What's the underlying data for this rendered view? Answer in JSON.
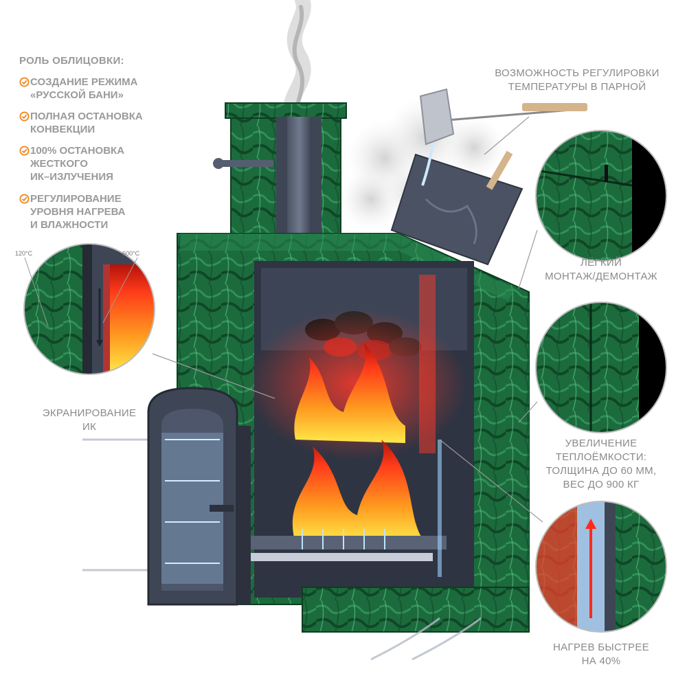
{
  "role": {
    "heading": "РОЛЬ ОБЛИЦОВКИ:",
    "items": [
      {
        "text": "СОЗДАНИЕ РЕЖИМА\n«РУССКОЙ БАНИ»"
      },
      {
        "text": "ПОЛНАЯ ОСТАНОВКА\nКОНВЕКЦИИ"
      },
      {
        "text": "100% ОСТАНОВКА\nЖЕСТКОГО\nИК–ИЗЛУЧЕНИЯ"
      },
      {
        "text": "РЕГУЛИРОВАНИЕ\nУРОВНЯ НАГРЕВА\nИ ВЛАЖНОСТИ"
      }
    ]
  },
  "callouts": {
    "temperature_regulation": "ВОЗМОЖНОСТЬ РЕГУЛИРОВКИ\nТЕМПЕРАТУРЫ В ПАРНОЙ",
    "easy_mounting": "ЛЁГКИЙ\nМОНТАЖ/ДЕМОНТАЖ",
    "ir_screening": "ЭКРАНИРОВАНИЕ\nИК",
    "heat_capacity": "УВЕЛИЧЕНИЕ\nТЕПЛОЁМКОСТИ:\nТОЛЩИНА ДО 60 ММ,\nВЕС ДО 900 КГ",
    "faster_heating": "НАГРЕВ БЫСТРЕЕ\nНА 40%"
  },
  "temps": {
    "outer": "120°C",
    "inner": "600°C"
  },
  "colors": {
    "accent_check": "#f08a24",
    "stone": "#1f7a45",
    "flame": "#ff5a1f",
    "steel": "#3a4150"
  },
  "icons": {
    "check": "check-circle-icon"
  }
}
